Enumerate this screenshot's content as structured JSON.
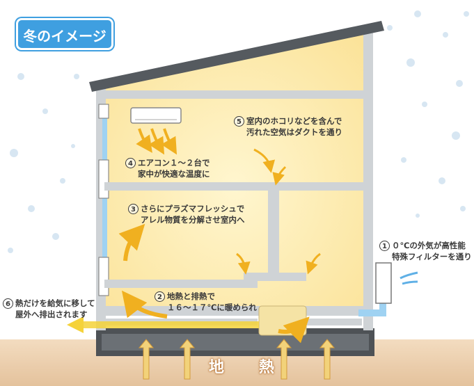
{
  "title": "冬のイメージ",
  "ground_label": "地　熱",
  "steps": [
    {
      "num": "1",
      "line1": "０℃の外気が高性能",
      "line2": "特殊フィルターを通り"
    },
    {
      "num": "2",
      "line1": "地熱と排熱で",
      "line2": "１６～１７℃に暖められ"
    },
    {
      "num": "3",
      "line1": "さらにプラズマフレッシュで",
      "line2": "アレル物質を分解させ室内へ"
    },
    {
      "num": "4",
      "line1": "エアコン１～２台で",
      "line2": "家中が快適な温度に"
    },
    {
      "num": "5",
      "line1": "室内のホコリなどを含んで",
      "line2": "汚れた空気はダクトを通り"
    },
    {
      "num": "6",
      "line1": "熱だけを給気に移して",
      "line2": "屋外へ排出されます"
    }
  ],
  "colors": {
    "title_bg": "#3f9fe0",
    "interior": "#fce9a8",
    "wall": "#cfd3d6",
    "roof": "#555a5f",
    "ground": "#e8c9a6",
    "warm_arrow": "#f0b020",
    "cold_arrow": "#5fb0e6",
    "exhaust_arrow": "#f5d23a"
  }
}
